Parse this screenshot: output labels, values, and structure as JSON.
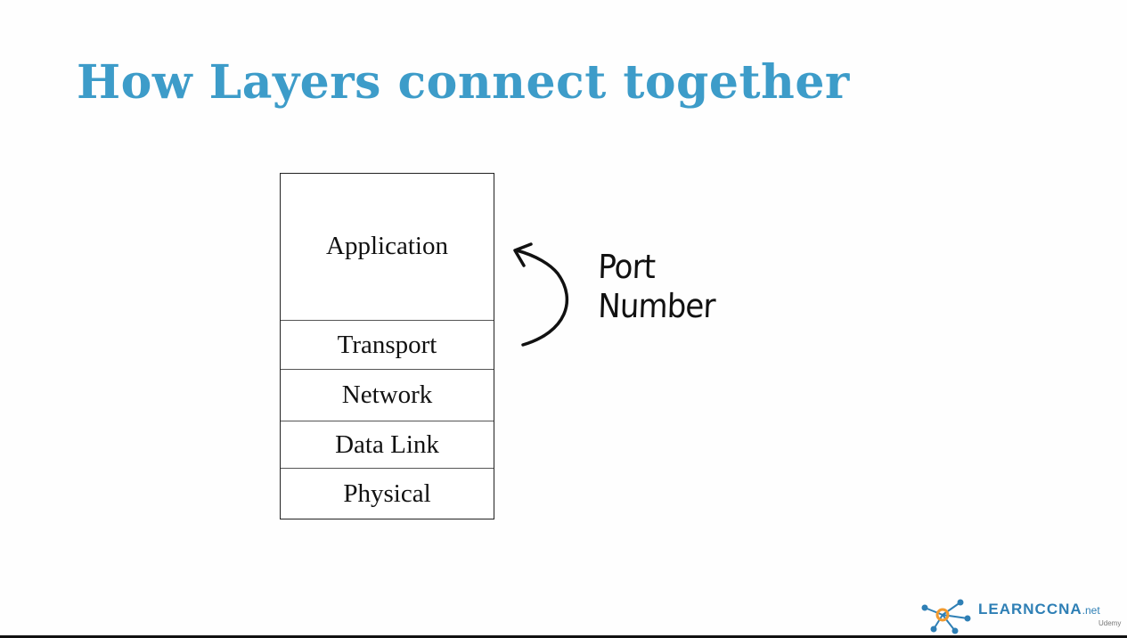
{
  "slide": {
    "title": "How Layers connect together"
  },
  "layers": {
    "application": "Application",
    "transport": "Transport",
    "network": "Network",
    "datalink": "Data Link",
    "physical": "Physical"
  },
  "annotation": {
    "line1": "Port",
    "line2": "Number"
  },
  "logo": {
    "name": "LEARNCCNA",
    "suffix": ".net",
    "sub": "Udemy"
  },
  "colors": {
    "title": "#3d9cc9",
    "logo_blue": "#2e7fb5",
    "logo_orange": "#f29a2e"
  }
}
